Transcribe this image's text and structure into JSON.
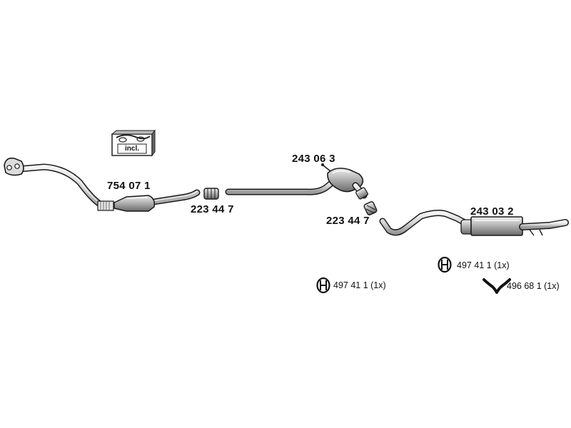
{
  "diagram": {
    "incl_badge": "incl.",
    "parts": {
      "front_pipe": "754 07 1",
      "clamp_1": "223 44 7",
      "centre_silencer": "243 06 3",
      "clamp_2": "223 44 7",
      "rear_silencer": "243 03 2"
    },
    "accessories": {
      "mount_left": "497 41 1 (1x)",
      "mount_right": "497 41 1 (1x)",
      "hanger": "496 68 1 (1x)"
    }
  }
}
